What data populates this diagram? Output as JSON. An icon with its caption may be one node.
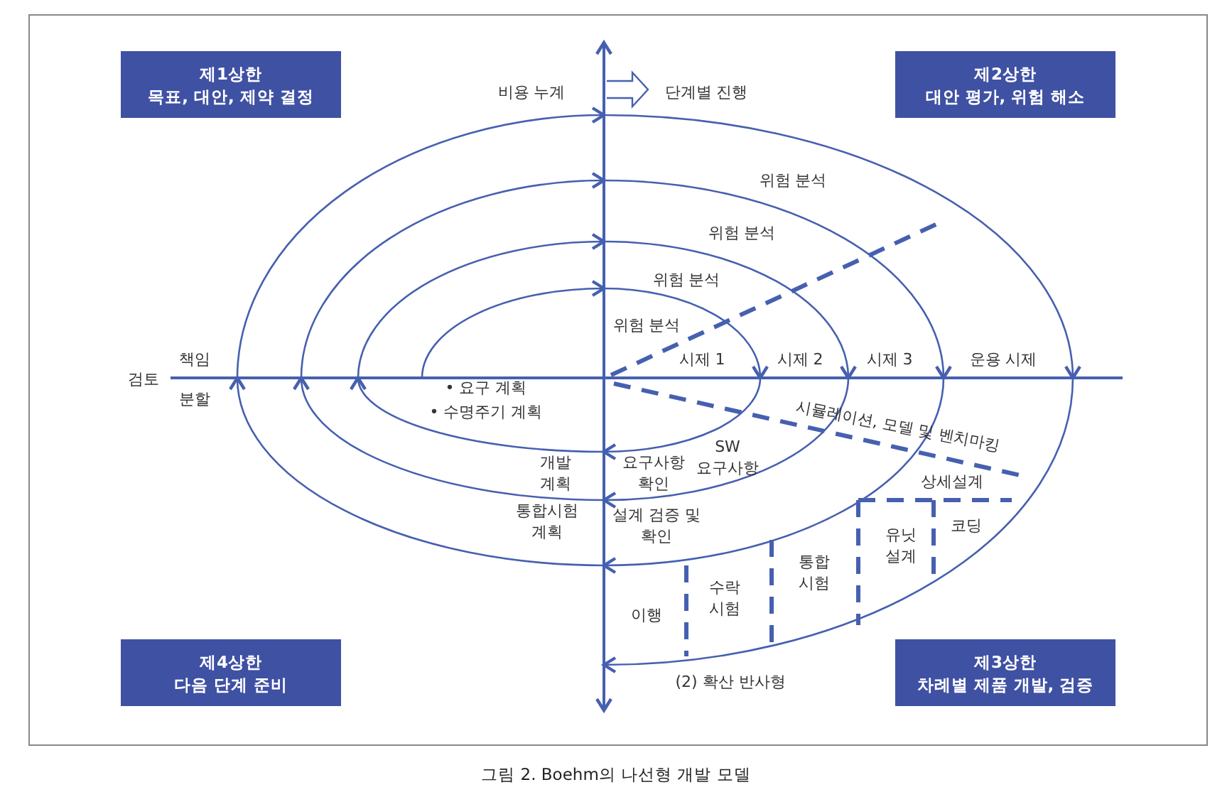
{
  "diagram": {
    "caption": "그림 2. Boehm의 나선형 개발 모델",
    "nodes": [
      {
        "text": [
          "제1상한",
          "목표, 대안, 제약 결정"
        ]
      },
      {
        "text": [
          "제2상한",
          "대안 평가, 위험 해소"
        ]
      },
      {
        "text": [
          "제4상한",
          "다음 단계 준비"
        ]
      },
      {
        "text": [
          "제3상한",
          "차례별 제품 개발, 검증"
        ]
      }
    ],
    "labels": [
      "비용 누계",
      "단계별 진행",
      "위험 분석",
      "위험 분석",
      "위험 분석",
      "위험 분석",
      "책임",
      "시제 1",
      "시제 2",
      "시제 3",
      "운용 시제",
      "검토",
      "분할",
      "• 요구 계획",
      "• 수명주기 계획",
      "시뮬레이션, 모델 및 벤치마킹",
      "SW 요구사항",
      "개발 계획",
      "요구사항 확인",
      "상세설계",
      "통합시험 계획",
      "설계 검증 및 확인",
      "코딩",
      "유닛 설계",
      "통합 시험",
      "수락 시험",
      "이행",
      "(2) 확산 반사형"
    ]
  }
}
